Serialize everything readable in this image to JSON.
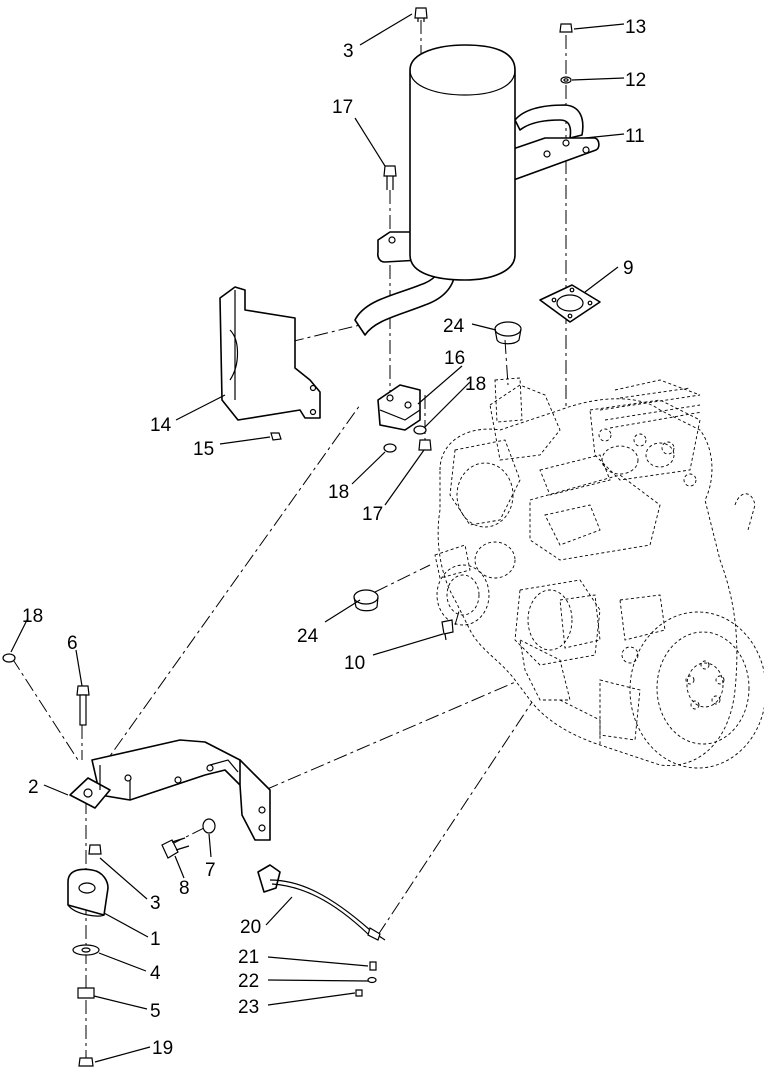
{
  "callouts": {
    "c1": "1",
    "c2": "2",
    "c3a": "3",
    "c3b": "3",
    "c4": "4",
    "c5": "5",
    "c6": "6",
    "c7": "7",
    "c8": "8",
    "c9": "9",
    "c10": "10",
    "c11": "11",
    "c12": "12",
    "c13": "13",
    "c14": "14",
    "c15": "15",
    "c16": "16",
    "c17a": "17",
    "c17b": "17",
    "c18a": "18",
    "c18b": "18",
    "c18c": "18",
    "c19": "19",
    "c20": "20",
    "c21": "21",
    "c22": "22",
    "c23": "23",
    "c24a": "24",
    "c24b": "24"
  }
}
